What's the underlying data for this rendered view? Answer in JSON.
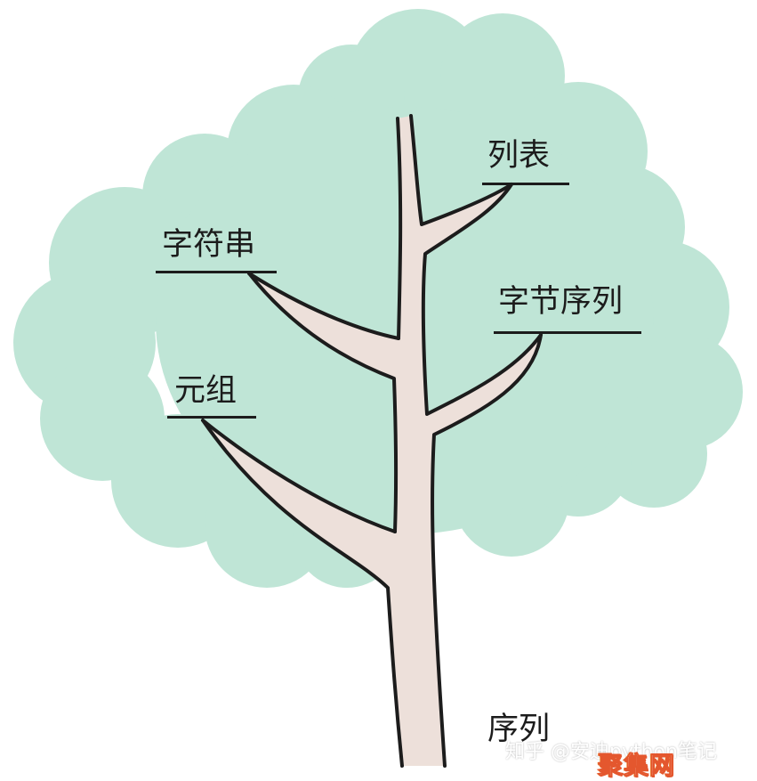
{
  "colors": {
    "canopy": "#bfe5d6",
    "trunk_fill": "#ede0da",
    "outline": "#1c1c1c"
  },
  "tree": {
    "root_label": "序列",
    "branches": [
      {
        "id": "list",
        "label": "列表"
      },
      {
        "id": "string",
        "label": "字符串"
      },
      {
        "id": "bytes",
        "label": "字节序列"
      },
      {
        "id": "tuple",
        "label": "元组"
      }
    ]
  },
  "watermark": {
    "text": "知乎 @安迪python笔记",
    "logo_text": "聚集网"
  }
}
